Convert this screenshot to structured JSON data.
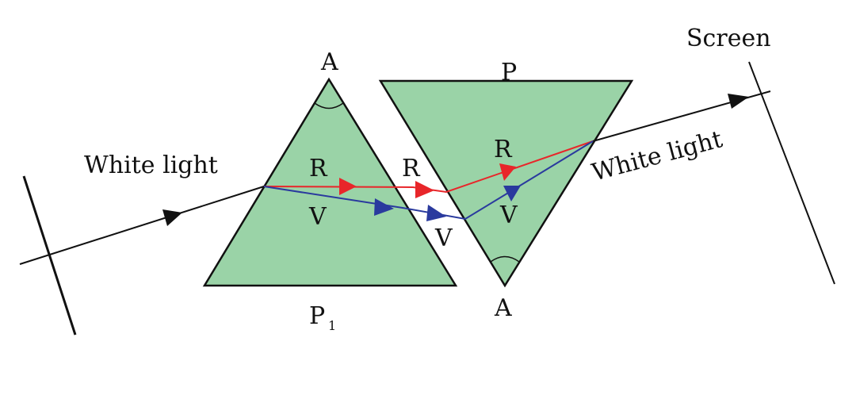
{
  "labels": {
    "screen": "Screen",
    "white_light_in": "White light",
    "white_light_out": "White light",
    "apex1": "A",
    "apex2": "A",
    "prism1": "P",
    "prism1_sub": "1",
    "prism2": "P",
    "red1": "R",
    "red2": "R",
    "red3": "R",
    "violet1": "V",
    "violet2": "V",
    "violet3": "V"
  },
  "colors": {
    "prism": "#9ad3a7",
    "red": "#e8262a",
    "violet": "#2a3a9e"
  }
}
